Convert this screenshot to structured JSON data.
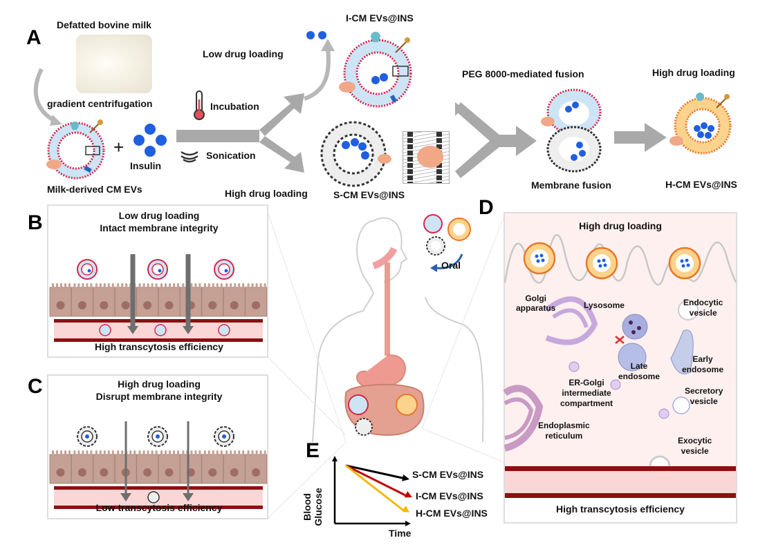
{
  "panels": {
    "A": {
      "letter": "A",
      "milk_label": "Defatted bovine milk",
      "process_label": "gradient centrifugation",
      "ev_label": "Milk-derived CM EVs",
      "plus": "+",
      "insulin_label": "Insulin",
      "incubation_label": "Incubation",
      "sonication_label": "Sonication",
      "low_loading_label": "Low drug loading",
      "high_loading_label": "High drug loading",
      "icm_label": "I-CM EVs@INS",
      "scm_label": "S-CM EVs@INS",
      "fusion_label": "PEG 8000-mediated fusion",
      "membrane_fusion_label": "Membrane fusion",
      "high_loading_result_label": "High drug loading",
      "hcm_label": "H-CM EVs@INS"
    },
    "B": {
      "letter": "B",
      "title_line1": "Low drug loading",
      "title_line2": "Intact membrane integrity",
      "footer": "High transcytosis efficiency"
    },
    "C": {
      "letter": "C",
      "title_line1": "High drug loading",
      "title_line2": "Disrupt membrane integrity",
      "footer": "Low transcytosis efficiency"
    },
    "center": {
      "oral_label": "Oral"
    },
    "D": {
      "letter": "D",
      "title": "High drug loading",
      "golgi_label_1": "Golgi",
      "golgi_label_2": "apparatus",
      "lysosome_label": "Lysosome",
      "endocytic_label_1": "Endocytic",
      "endocytic_label_2": "vesicle",
      "early_endosome_label_1": "Early",
      "early_endosome_label_2": "endosome",
      "late_endosome_label_1": "Late",
      "late_endosome_label_2": "endosome",
      "ergic_label_1": "ER-Golgi",
      "ergic_label_2": "intermediate",
      "ergic_label_3": "compartment",
      "er_label_1": "Endoplasmic",
      "er_label_2": "reticulum",
      "secretory_label_1": "Secretory",
      "secretory_label_2": "vesicle",
      "exocytic_label_1": "Exocytic",
      "exocytic_label_2": "vesicle",
      "footer": "High transcytosis efficiency"
    },
    "E": {
      "letter": "E",
      "ylabel_1": "Blood",
      "ylabel_2": "Glucose",
      "xlabel": "Time",
      "series": [
        {
          "name": "S-CM EVs@INS",
          "color": "#000000"
        },
        {
          "name": "I-CM EVs@INS",
          "color": "#c00000"
        },
        {
          "name": "H-CM EVs@INS",
          "color": "#f5b800"
        }
      ]
    }
  },
  "colors": {
    "arrow_gray": "#a9a9a9",
    "insulin_blue": "#1f5fe0",
    "membrane_red": "#d6254a",
    "membrane_orange": "#e8782a",
    "epithelium": "#c4a095",
    "vessel_dark": "#8b1010",
    "vessel_light": "#fbd6d6"
  }
}
